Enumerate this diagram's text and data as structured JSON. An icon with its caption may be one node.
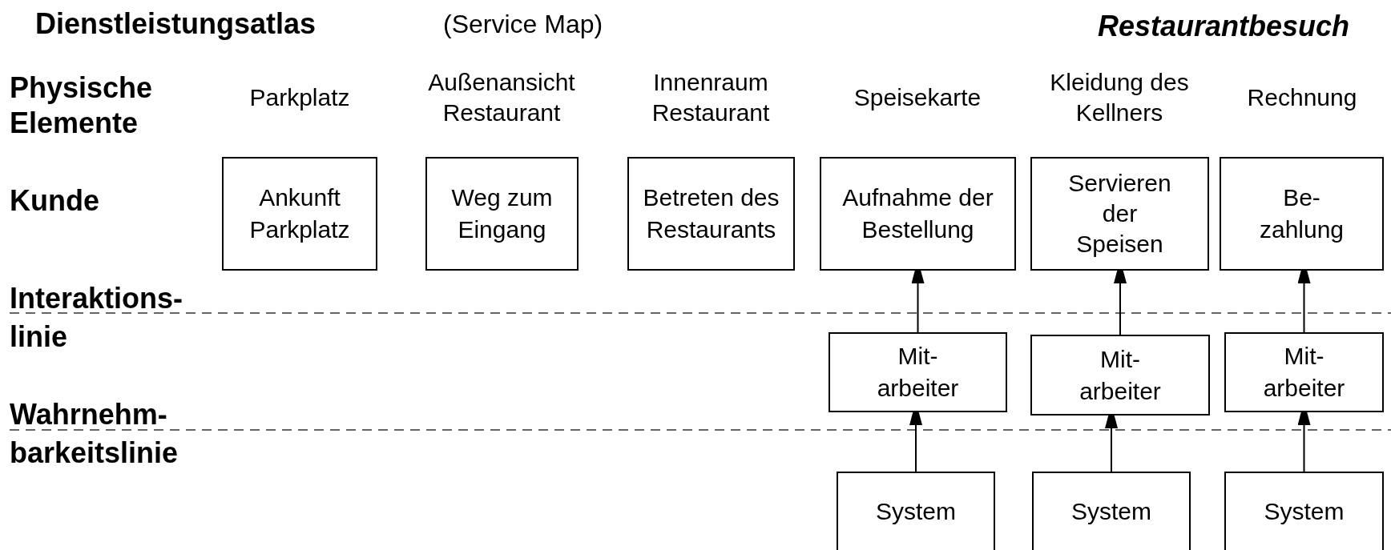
{
  "diagram": {
    "title": "Dienstleistungsatlas",
    "nodes": [
      {
        "text": [
          "Ankunft Parkplatz"
        ]
      },
      {
        "text": [
          "Weg zum Eingang"
        ]
      },
      {
        "text": [
          "Betreten des Restaurants"
        ]
      },
      {
        "text": [
          "Aufnahme der Bestellung"
        ]
      },
      {
        "text": [
          "Servieren der Speisen"
        ]
      },
      {
        "text": [
          "Be- zahlung"
        ]
      },
      {
        "text": [
          "Mit- arbeiter"
        ]
      },
      {
        "text": [
          "Mit- arbeiter"
        ]
      },
      {
        "text": [
          "Mit- arbeiter"
        ]
      },
      {
        "text": [
          "System"
        ]
      },
      {
        "text": [
          "System"
        ]
      },
      {
        "text": [
          "System"
        ]
      }
    ],
    "edges": [
      {
        "from": 6,
        "to": 3,
        "arrow": "to"
      },
      {
        "from": 7,
        "to": 4,
        "arrow": "to"
      },
      {
        "from": 8,
        "to": 5,
        "arrow": "to"
      },
      {
        "from": 9,
        "to": 6,
        "arrow": "to"
      },
      {
        "from": 10,
        "to": 7,
        "arrow": "to"
      },
      {
        "from": 11,
        "to": 8,
        "arrow": "to"
      }
    ],
    "labels": [
      "(Service Map)",
      "Restaurantbesuch",
      "Physische Elemente",
      "Parkplatz",
      "Außenansicht Restaurant",
      "Innenraum Restaurant",
      "Speisekarte",
      "Kleidung des Kellners",
      "Rechnung",
      "Kunde",
      "Interaktions- linie",
      "Wahrnehm- barkeitslinie"
    ]
  }
}
